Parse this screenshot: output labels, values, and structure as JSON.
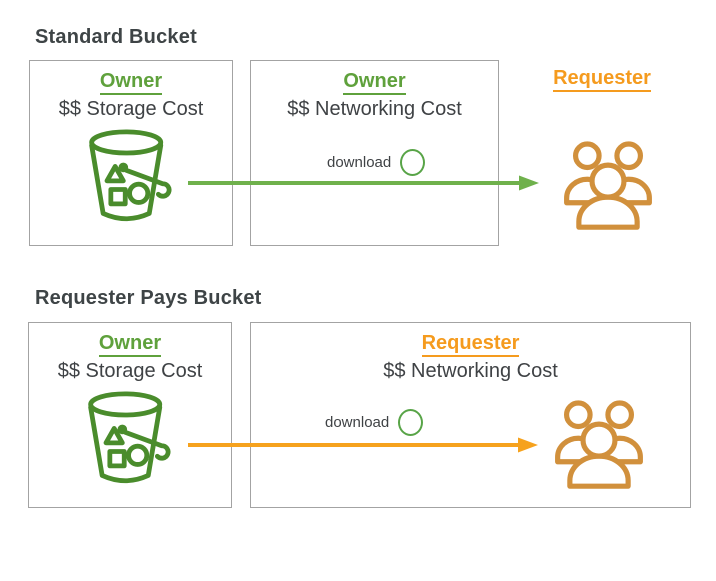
{
  "colors": {
    "green_text": "#5fa13c",
    "green_icon": "#4a8c2c",
    "green_arrow": "#6fb14c",
    "green_circle": "#58a447",
    "orange_text": "#f59b1e",
    "orange_icon": "#d1903c",
    "orange_arrow": "#f6a21d",
    "dark_text": "#3f4245",
    "box_border": "#a3a3a3"
  },
  "standard": {
    "title": "Standard Bucket",
    "storage_box": {
      "role": "Owner",
      "cost": "$$ Storage Cost"
    },
    "networking_box": {
      "role": "Owner",
      "cost": "$$ Networking Cost",
      "action_label": "download"
    },
    "requester_label": "Requester"
  },
  "requester_pays": {
    "title": "Requester Pays Bucket",
    "storage_box": {
      "role": "Owner",
      "cost": "$$ Storage Cost"
    },
    "networking_box": {
      "role": "Requester",
      "cost": "$$ Networking Cost",
      "action_label": "download"
    }
  },
  "icons": {
    "bucket": "s3-bucket-icon",
    "users": "users-group-icon",
    "download_circle": "download-circle-icon",
    "arrow_right_green": "arrow-right-green",
    "arrow_right_orange": "arrow-right-orange"
  }
}
